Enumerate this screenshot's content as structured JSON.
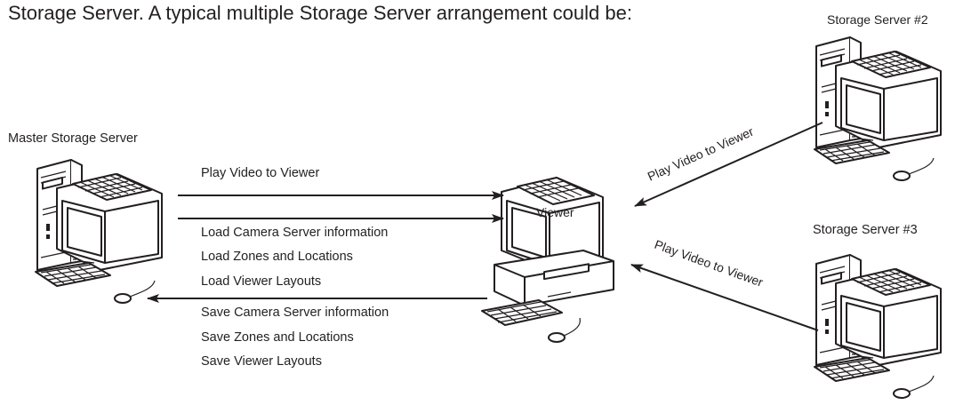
{
  "heading": "Storage Server. A typical multiple Storage Server arrangement could be:",
  "nodes": {
    "master": "Master Storage Server",
    "server2": "Storage Server #2",
    "server3": "Storage Server #3",
    "viewer": "Viewer"
  },
  "arrows": {
    "master_to_viewer": "Play Video to Viewer",
    "server2_to_viewer": "Play Video to Viewer",
    "server3_to_viewer": "Play Video to Viewer"
  },
  "viewer_to_master": [
    "Load Camera Server information",
    "Load Zones and Locations",
    "Load Viewer Layouts",
    "Save Camera Server information",
    "Save Zones and Locations",
    "Save Viewer Layouts"
  ]
}
